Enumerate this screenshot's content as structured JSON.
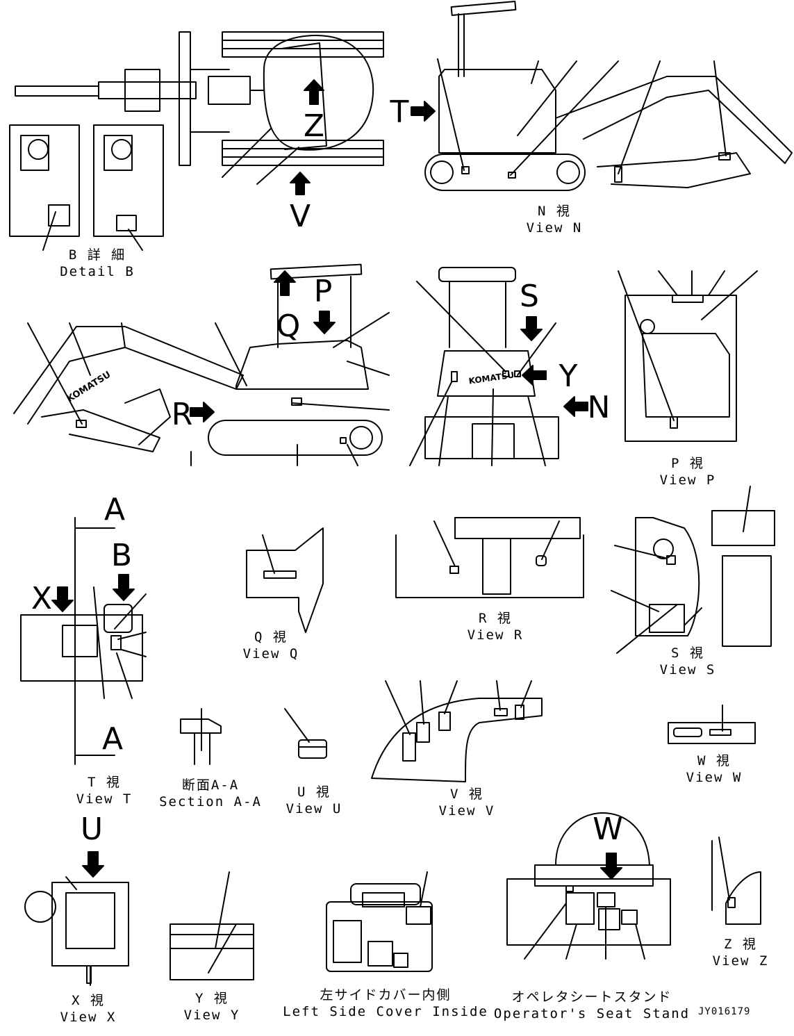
{
  "drawing_number": "JY016179",
  "captions": {
    "detail_b": {
      "jp": "B 詳 細",
      "en": "Detail B"
    },
    "view_n": {
      "jp": "N 視",
      "en": "View N"
    },
    "view_p": {
      "jp": "P 視",
      "en": "View P"
    },
    "view_q": {
      "jp": "Q 視",
      "en": "View Q"
    },
    "view_r": {
      "jp": "R 視",
      "en": "View R"
    },
    "view_s": {
      "jp": "S 視",
      "en": "View S"
    },
    "view_t": {
      "jp": "T 視",
      "en": "View T"
    },
    "section_aa": {
      "jp": "断面A-A",
      "en": "Section A-A"
    },
    "view_u": {
      "jp": "U 視",
      "en": "View U"
    },
    "view_v": {
      "jp": "V 視",
      "en": "View V"
    },
    "view_w": {
      "jp": "W 視",
      "en": "View W"
    },
    "view_x": {
      "jp": "X 視",
      "en": "View X"
    },
    "view_y": {
      "jp": "Y 視",
      "en": "View Y"
    },
    "view_z": {
      "jp": "Z 視",
      "en": "View Z"
    },
    "left_side_cover": {
      "jp": "左サイドカバー内側",
      "en": "Left Side Cover Inside"
    },
    "seat_stand": {
      "jp": "オペレタシートスタンド",
      "en": "Operator's Seat Stand"
    }
  },
  "view_letters": {
    "z": "Z",
    "v": "V",
    "t": "T",
    "p": "P",
    "q": "Q",
    "r": "R",
    "s": "S",
    "y": "Y",
    "n": "N",
    "a_top": "A",
    "a_bottom": "A",
    "b": "B",
    "x": "X",
    "u": "U",
    "w": "W"
  },
  "machine_brand": "KOMATSU"
}
